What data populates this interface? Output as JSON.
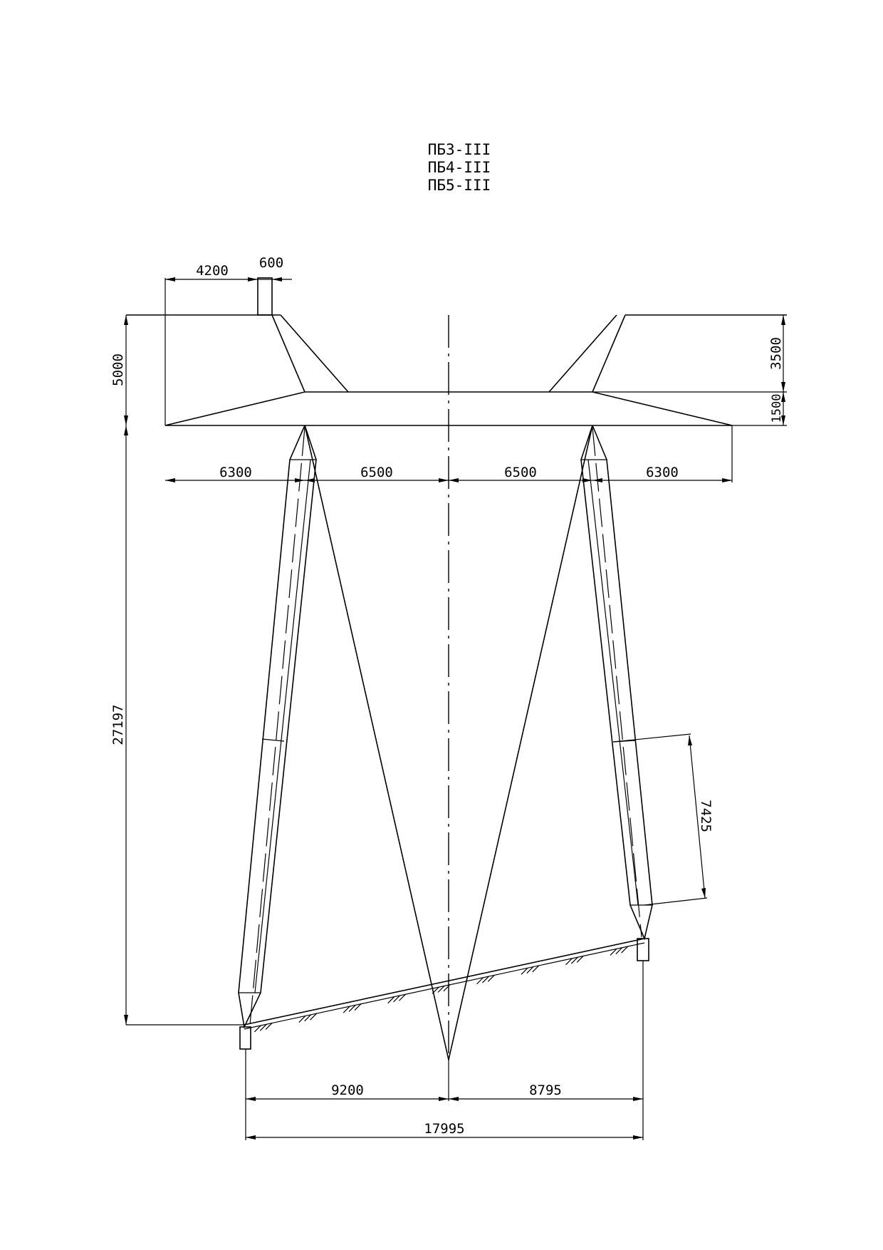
{
  "title": {
    "lines": [
      "ПБ3-III",
      "ПБ4-III",
      "ПБ5-III"
    ]
  },
  "dimensions": {
    "top_offset": "4200",
    "top_post_width": "600",
    "overall_height_upper": "5000",
    "peak_height": "3500",
    "crossarm_height": "1500",
    "left_outer_span": "6300",
    "left_inner_span": "6500",
    "right_inner_span": "6500",
    "right_outer_span": "6300",
    "total_height": "27197",
    "leg_segment": "7425",
    "base_left": "9200",
    "base_right": "8795",
    "base_total": "17995"
  },
  "colors": {
    "line": "#000000",
    "background": "#ffffff"
  }
}
